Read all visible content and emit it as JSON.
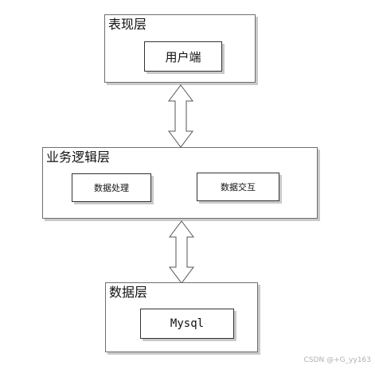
{
  "presentation_layer": {
    "title": "表现层",
    "client": "用户端"
  },
  "business_layer": {
    "title": "业务逻辑层",
    "data_processing": "数据处理",
    "data_interaction": "数据交互"
  },
  "data_layer": {
    "title": "数据层",
    "database": "Mysql"
  },
  "watermark": "CSDN @+G_yy163",
  "colors": {
    "border": "#6e6e6e",
    "shadow": "#c9c9c9",
    "arrow_stroke": "#555555"
  },
  "connectors": [
    "double-arrow-icon",
    "double-arrow-icon"
  ]
}
